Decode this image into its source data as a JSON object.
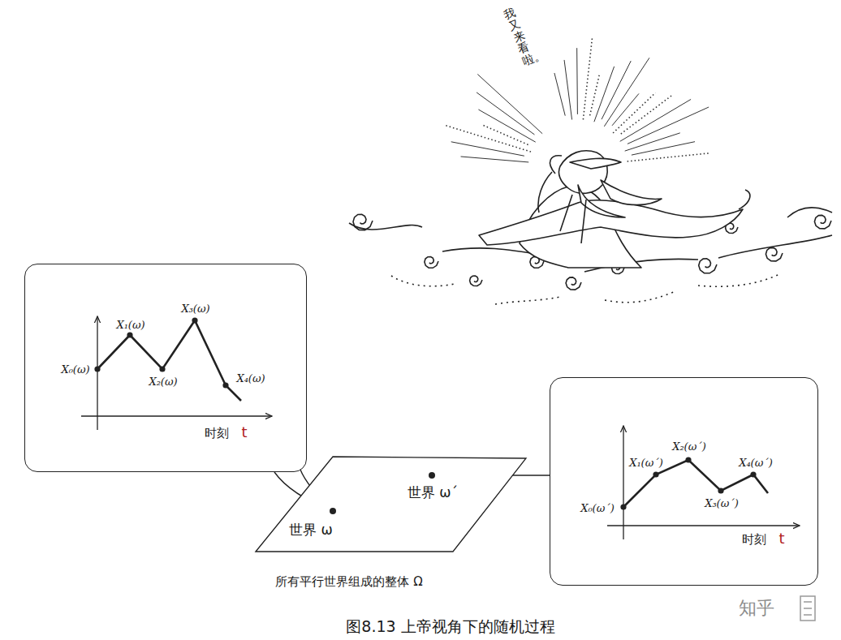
{
  "diagram": {
    "caption": "图8.13   上帝视角下的随机过程",
    "nodes": [
      {
        "text": [
          "X₀(ω)",
          "X₁(ω)",
          "X₂(ω)",
          "X₃(ω)",
          "X₄(ω)",
          "时刻",
          "t"
        ]
      },
      {
        "text": [
          "世界 ω",
          "世界 ω´",
          "所有平行世界组成的整体 Ω"
        ]
      },
      {
        "text": [
          "X₀(ω´)",
          "X₁(ω´)",
          "X₂(ω´)",
          "X₃(ω´)",
          "X₄(ω´)",
          "时刻",
          "t"
        ]
      }
    ],
    "edges": [
      {
        "from": 1,
        "to": 0,
        "arrow": "none"
      },
      {
        "from": 1,
        "to": 2,
        "arrow": "none"
      }
    ],
    "labels": [
      "我又来看啦。",
      "知乎"
    ]
  }
}
